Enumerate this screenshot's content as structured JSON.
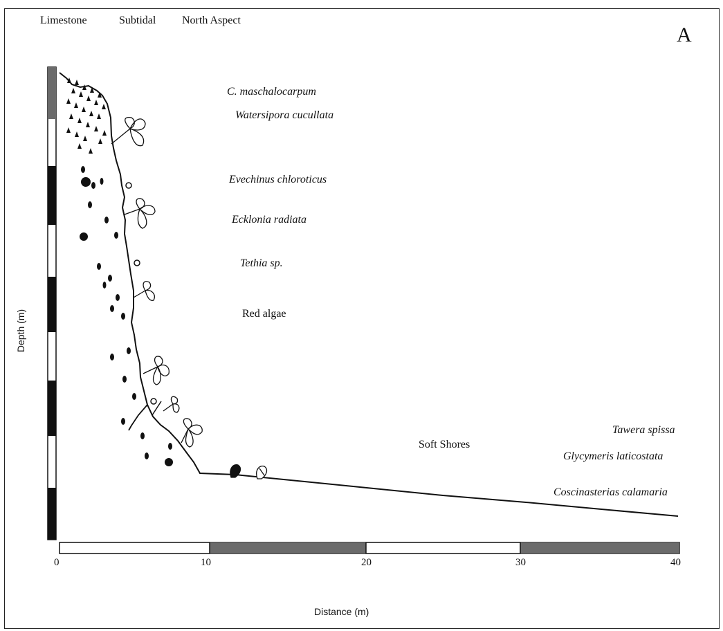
{
  "header": {
    "rock": "Limestone",
    "zone": "Subtidal",
    "aspect": "North Aspect",
    "panel": "A"
  },
  "species": [
    "C. maschalocarpum",
    "Watersipora cucullata",
    "Evechinus chloroticus",
    "Ecklonia radiata",
    "Tethia sp.",
    "Red algae",
    "Tawera spissa",
    "Glycymeris laticostata",
    "Coscinasterias calamaria"
  ],
  "habitat": {
    "soft_shores": "Soft Shores"
  },
  "axes": {
    "y_label": "Depth (m)",
    "x_label": "Distance (m)",
    "x_ticks": [
      "0",
      "10",
      "20",
      "30",
      "40"
    ]
  },
  "colors": {
    "ink": "#111111",
    "scale_dark": "#6b6b6b",
    "scale_light": "#ffffff",
    "bar_black": "#111111"
  }
}
